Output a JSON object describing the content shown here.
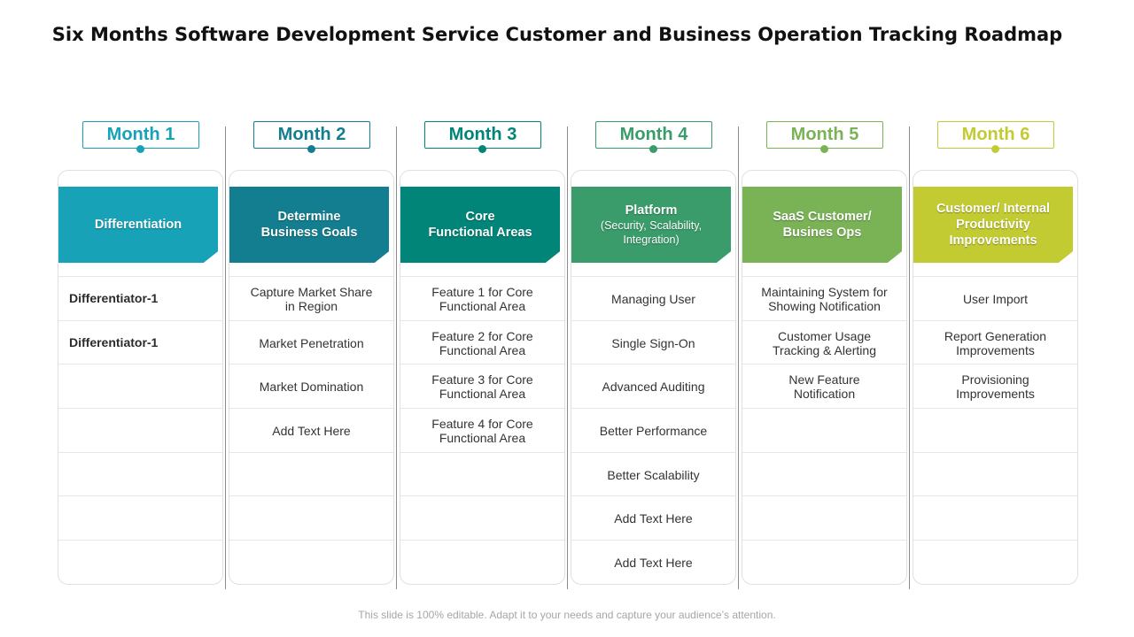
{
  "title": "Six Months Software Development Service Customer and Business Operation Tracking Roadmap",
  "footer": "This slide is 100% editable. Adapt it to your needs and capture your audience’s attention.",
  "columns": [
    {
      "month": "Month 1",
      "color": "#17a2b8",
      "banner": {
        "line1": "Differentiation",
        "line2": "",
        "sub": ""
      },
      "items": [
        "Differentiator-1",
        "Differentiator-1",
        "",
        "",
        "",
        "",
        ""
      ]
    },
    {
      "month": "Month 2",
      "color": "#137e8f",
      "banner": {
        "line1": "Determine",
        "line2": "Business Goals",
        "sub": ""
      },
      "items": [
        "Capture Market Share in Region",
        "Market Penetration",
        "Market Domination",
        "Add Text Here",
        "",
        "",
        ""
      ]
    },
    {
      "month": "Month 3",
      "color": "#008578",
      "banner": {
        "line1": "Core",
        "line2": "Functional Areas",
        "sub": ""
      },
      "items": [
        "Feature 1 for Core Functional Area",
        "Feature 2 for Core Functional Area",
        "Feature 3 for Core Functional Area",
        "Feature 4 for Core Functional Area",
        "",
        "",
        ""
      ]
    },
    {
      "month": "Month 4",
      "color": "#3a9c6a",
      "banner": {
        "line1": "Platform",
        "line2": "",
        "sub": "(Security, Scalability, Integration)"
      },
      "items": [
        "Managing User",
        "Single Sign-On",
        "Advanced Auditing",
        "Better Performance",
        "Better Scalability",
        "Add Text Here",
        "Add Text Here"
      ]
    },
    {
      "month": "Month 5",
      "color": "#7ab356",
      "banner": {
        "line1": "SaaS Customer/",
        "line2": "Busines Ops",
        "sub": ""
      },
      "items": [
        "Maintaining System for Showing Notification",
        "Customer Usage Tracking & Alerting",
        "New  Feature Notification",
        "",
        "",
        "",
        ""
      ]
    },
    {
      "month": "Month 6",
      "color": "#c2cb32",
      "banner": {
        "line1": "Customer/ Internal",
        "line2": "Productivity Improvements",
        "sub": ""
      },
      "items": [
        "User Import",
        "Report Generation Improvements",
        "Provisioning Improvements",
        "",
        "",
        "",
        ""
      ]
    }
  ]
}
